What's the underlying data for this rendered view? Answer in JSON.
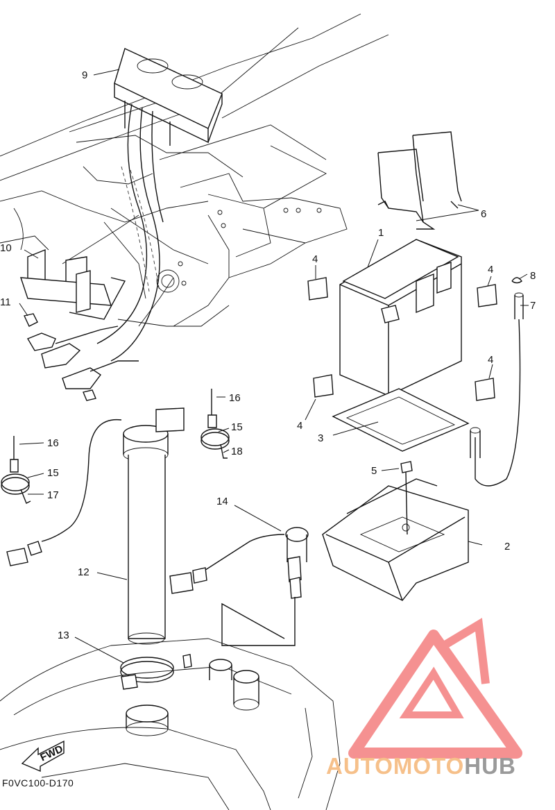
{
  "diagram": {
    "drawing_code": "F0VC100-D170",
    "callouts": {
      "c1": "1",
      "c2": "2",
      "c3": "3",
      "c4a": "4",
      "c4b": "4",
      "c4c": "4",
      "c4d": "4",
      "c5": "5",
      "c6": "6",
      "c7": "7",
      "c8": "8",
      "c9": "9",
      "c10": "10",
      "c11": "11",
      "c12": "12",
      "c13": "13",
      "c14": "14",
      "c15a": "15",
      "c15b": "15",
      "c16a": "16",
      "c16b": "16",
      "c17": "17",
      "c18": "18"
    },
    "fwd_label": "FWD"
  },
  "watermark": {
    "part1": "AUTO",
    "part2": "MOTO",
    "part3": "HUB",
    "color_primary": "#f26d6d",
    "color_secondary": "#f6c08a",
    "color_text_dark": "#9a9a9a"
  }
}
